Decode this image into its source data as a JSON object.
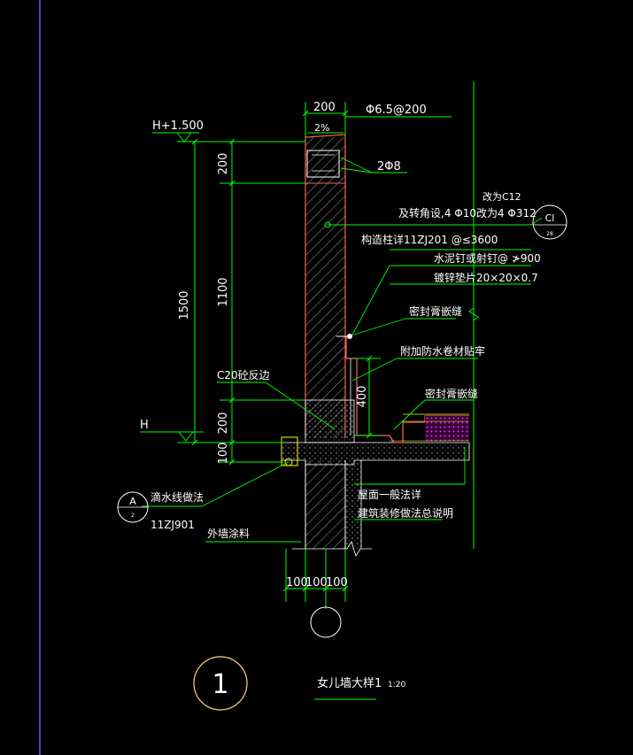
{
  "drawing": {
    "title": "女儿墙大样1",
    "scale": "1:20",
    "detail_number": "1"
  },
  "levels": {
    "top": "H+1.500",
    "base": "H"
  },
  "dimensions": {
    "wall_width": "200",
    "slope": "2%",
    "vertical_total": "1500",
    "vertical_segments": [
      "200",
      "1100",
      "200",
      "100"
    ],
    "upturn_height": "400",
    "bottom_segments": [
      "100",
      "100",
      "100"
    ]
  },
  "notes": {
    "stirrup": "Φ6.5@200",
    "top_bars": "2Φ8",
    "alt_line1": "改为C12",
    "alt_line2": "及转角设,4 Φ10改为4 Φ312",
    "column": "构造柱详11ZJ201 @≤3600",
    "nail": "水泥钉或射钉@ ≯900",
    "washer": "镀锌垫片20×20×0.7",
    "seal1": "密封膏嵌缝",
    "membrane": "附加防水卷材贴牢",
    "upturn": "C20砼反边",
    "seal2": "密封膏嵌缝",
    "drip": "滴水线做法",
    "drip_ref": "11ZJ901",
    "ext_paint": "外墙涂料",
    "roof1": "屋面一般法详",
    "roof2": "建筑装修做法总说明"
  },
  "callouts": {
    "a_letter": "A",
    "a_sub": "2",
    "c_letter": "Cl",
    "c_sub": "28"
  },
  "colors": {
    "background": "#000000",
    "dimension_line": "#00ff00",
    "text": "#ffffff",
    "wall_outline": "#ff6060",
    "hatch": "#ffffff",
    "callout_circle": "#ffd280",
    "insulation": "#ff00ff",
    "frame_line": "#6060ff"
  }
}
